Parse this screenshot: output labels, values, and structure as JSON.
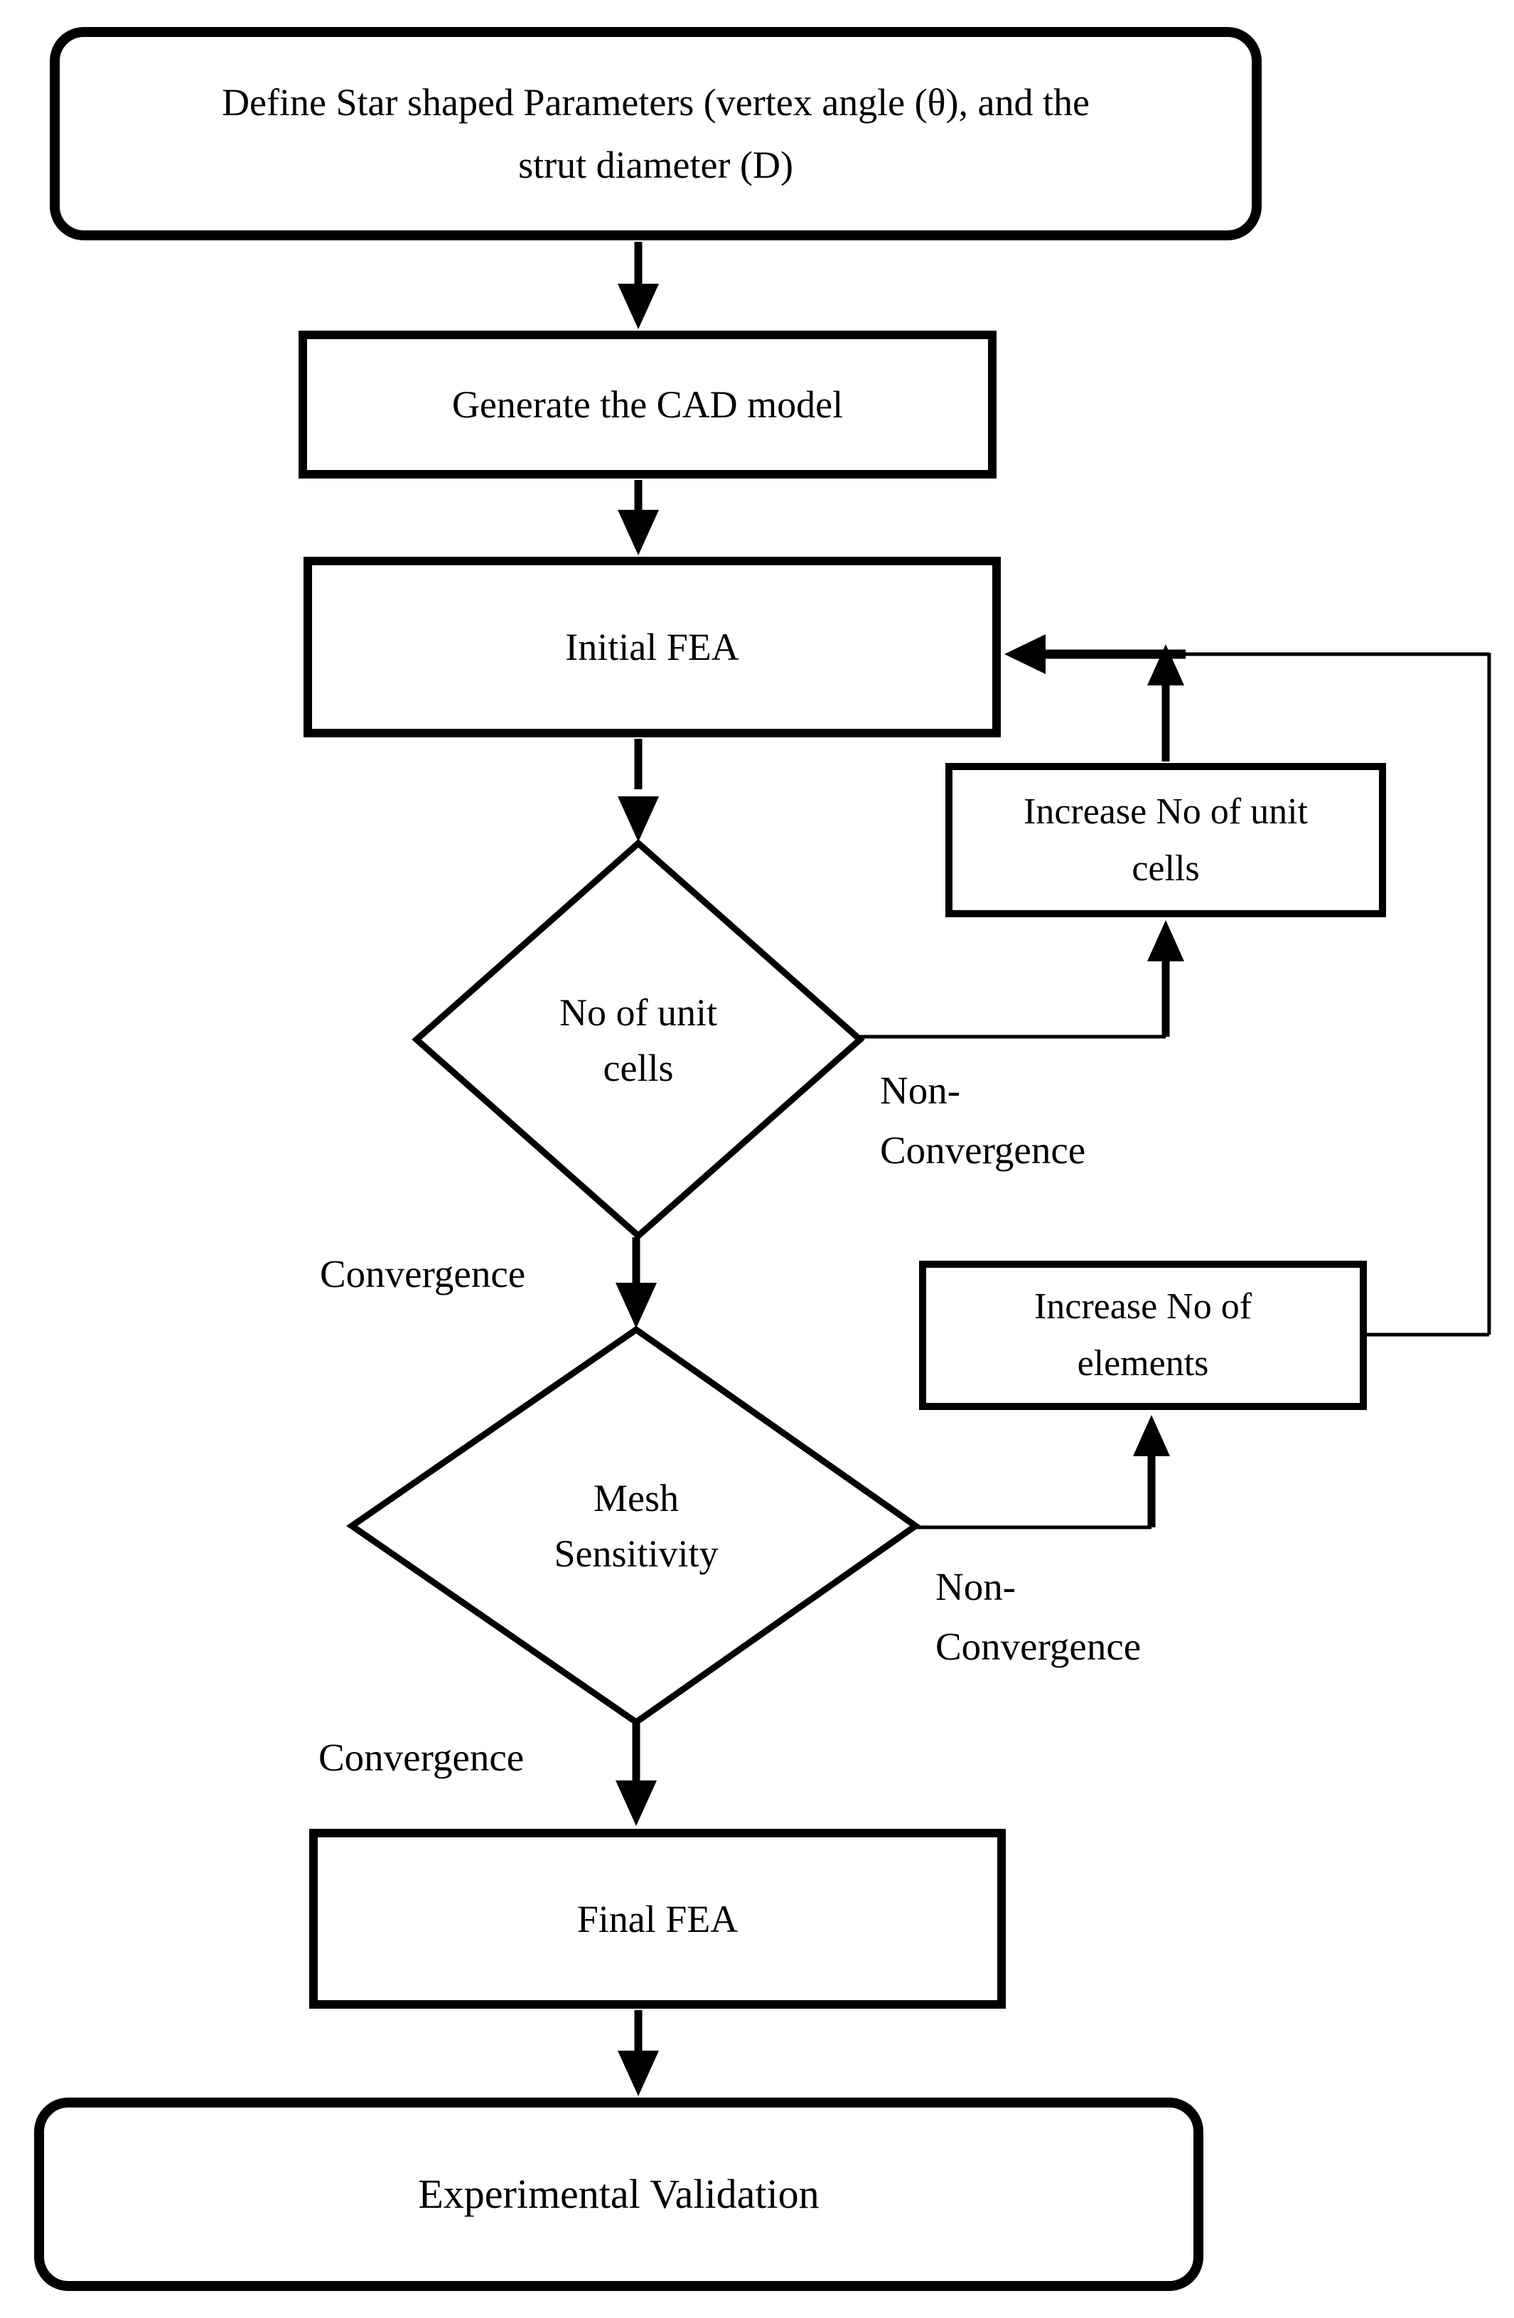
{
  "page": {
    "background_color": "#ffffff",
    "ink_color": "#000000"
  },
  "flowchart": {
    "nodes": {
      "start": {
        "shape": "rounded-rectangle",
        "line1": "Define Star shaped Parameters (vertex angle (θ), and the",
        "line2": "strut diameter (D)"
      },
      "generate_cad": {
        "shape": "rectangle",
        "line1": "Generate the CAD model"
      },
      "initial_fea": {
        "shape": "rectangle",
        "line1": "Initial FEA"
      },
      "unit_cells_decision": {
        "shape": "diamond",
        "line1": "No of unit",
        "line2": "cells"
      },
      "increase_unit_cells": {
        "shape": "rectangle",
        "line1": "Increase No of unit",
        "line2": "cells"
      },
      "mesh_decision": {
        "shape": "diamond",
        "line1": "Mesh",
        "line2": "Sensitivity"
      },
      "increase_elements": {
        "shape": "rectangle",
        "line1": "Increase No of",
        "line2": "elements"
      },
      "final_fea": {
        "shape": "rectangle",
        "line1": "Final FEA"
      },
      "end": {
        "shape": "rounded-rectangle",
        "line1": "Experimental Validation"
      }
    },
    "labels": {
      "convergence_after_unit_cells": "Convergence",
      "convergence_after_mesh": "Convergence",
      "non_convergence_unit_cells_line1": "Non-",
      "non_convergence_unit_cells_line2": "Convergence",
      "non_convergence_mesh_line1": "Non-",
      "non_convergence_mesh_line2": "Convergence"
    }
  }
}
